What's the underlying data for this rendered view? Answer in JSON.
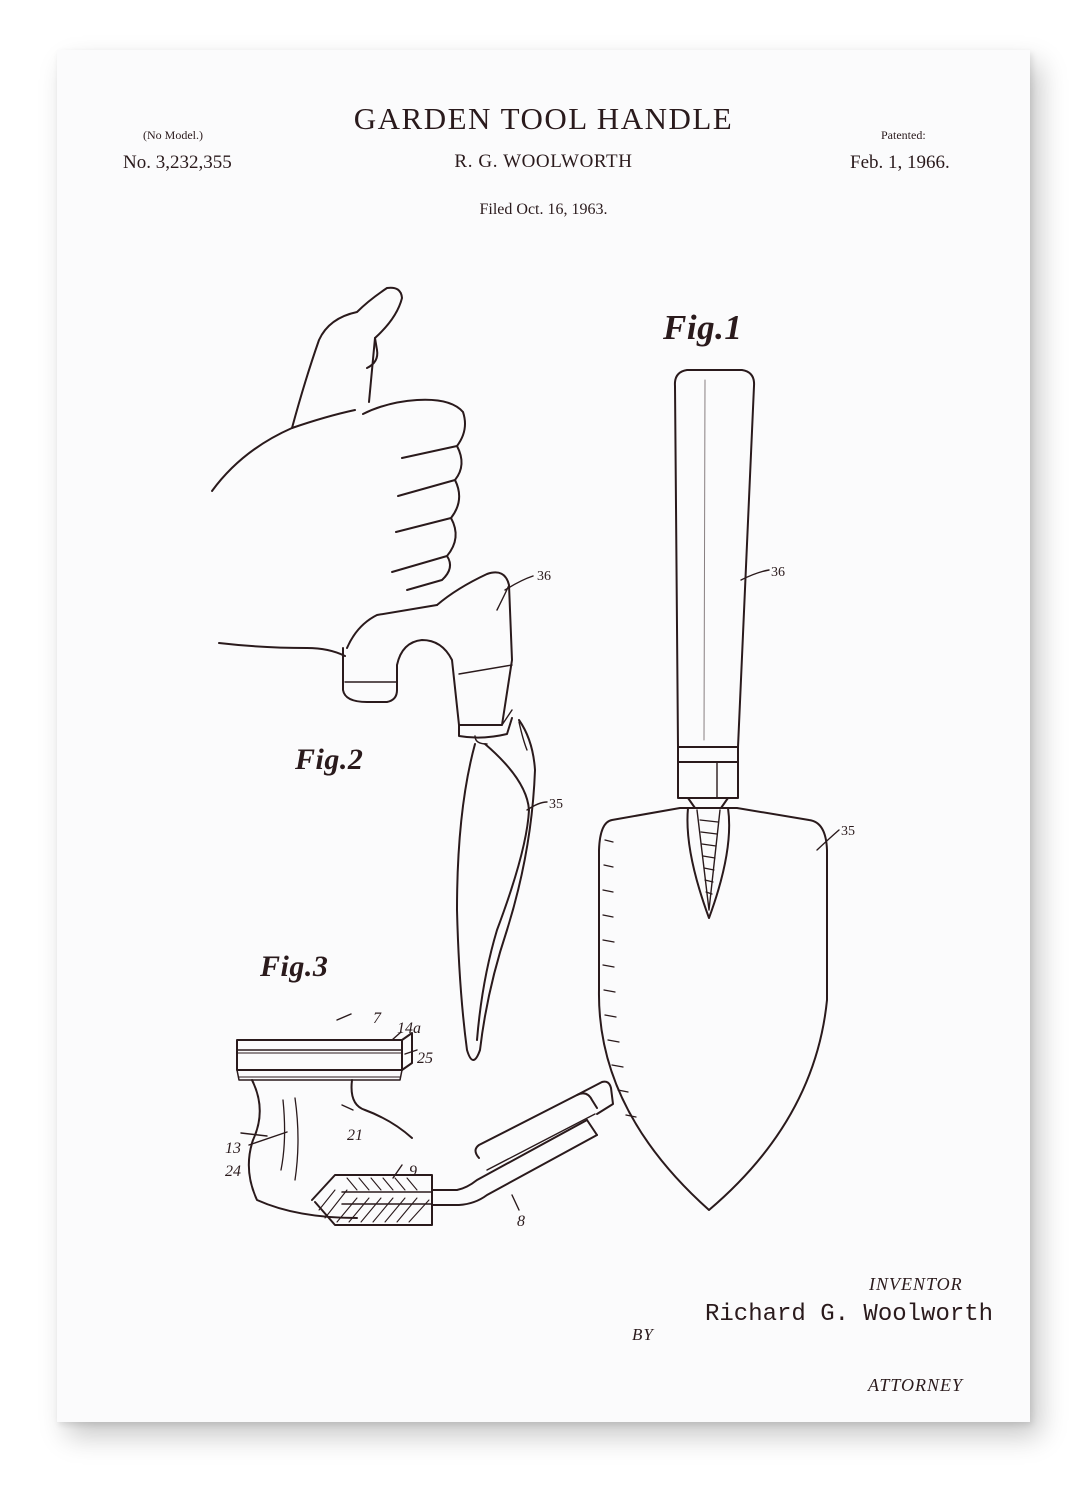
{
  "header": {
    "title": "GARDEN TOOL HANDLE",
    "no_model": "(No Model.)",
    "patent_number": "No. 3,232,355",
    "inventor_short": "R. G. WOOLWORTH",
    "patented_label": "Patented:",
    "patent_date": "Feb. 1, 1966.",
    "filed": "Filed Oct. 16, 1963."
  },
  "figures": {
    "fig1_label": "Fig.1",
    "fig2_label": "Fig.2",
    "fig3_label": "Fig.3"
  },
  "reference_numerals": {
    "fig1_handle": "36",
    "fig1_blade": "35",
    "fig2_handle": "36",
    "fig2_blade": "35",
    "fig3_assembly": "7",
    "fig3_edge": "14a",
    "fig3_layer": "25",
    "fig3_body": "21",
    "fig3_side": "13",
    "fig3_core": "24",
    "fig3_sleeve": "9",
    "fig3_shank": "8"
  },
  "signature": {
    "inventor_label": "INVENTOR",
    "inventor_name": "Richard G. Woolworth",
    "by_label": "BY",
    "attorney_label": "ATTORNEY"
  },
  "colors": {
    "ink": "#2a1a1c",
    "paper": "#fbfbfc",
    "background": "#ffffff"
  }
}
